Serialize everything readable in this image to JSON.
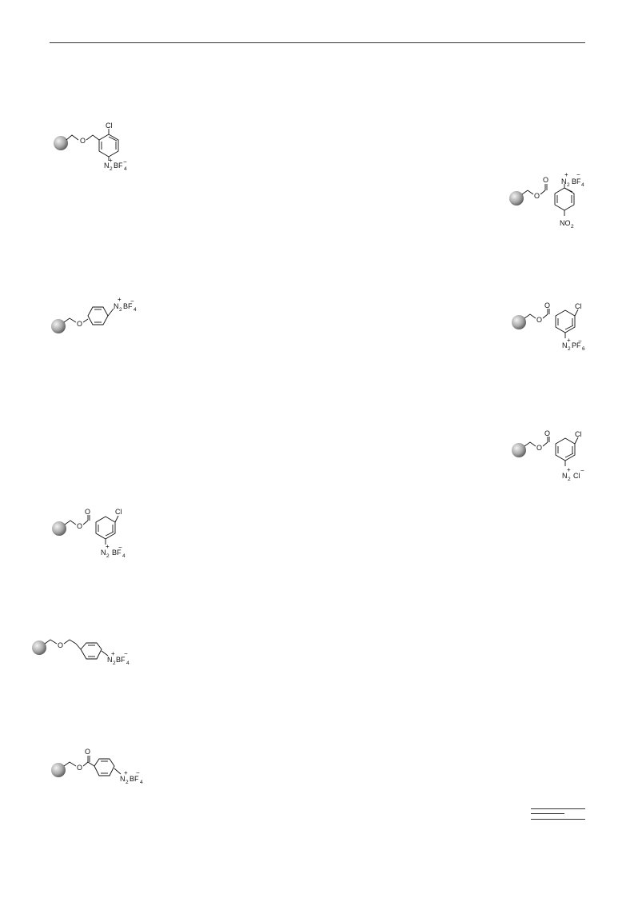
{
  "document": {
    "structures": [
      {
        "id": "s1",
        "labels": {
          "cl": "Cl",
          "o": "O",
          "n": "N",
          "n_sub": "2",
          "plus": "+",
          "counter": "BF",
          "counter_sub": "4",
          "minus": "−"
        }
      },
      {
        "id": "s2",
        "labels": {
          "o1": "O",
          "o2": "O",
          "n": "N",
          "n_sub": "2",
          "plus": "+",
          "counter": "BF",
          "counter_sub": "4",
          "minus": "−",
          "nitro": "NO",
          "nitro_sub": "2"
        }
      },
      {
        "id": "s3",
        "labels": {
          "o": "O",
          "n": "N",
          "n_sub": "2",
          "plus": "+",
          "counter": "BF",
          "counter_sub": "4",
          "minus": "−"
        }
      },
      {
        "id": "s4",
        "labels": {
          "o1": "O",
          "o2": "O",
          "cl": "Cl",
          "n": "N",
          "n_sub": "2",
          "plus": "+",
          "counter": "PF",
          "counter_sub": "6",
          "minus": "−"
        }
      },
      {
        "id": "s5",
        "labels": {
          "o1": "O",
          "o2": "O",
          "cl": "Cl",
          "n": "N",
          "n_sub": "2",
          "plus": "+",
          "counter": "Cl",
          "minus": "−"
        }
      },
      {
        "id": "s6",
        "labels": {
          "o1": "O",
          "o2": "O",
          "cl": "Cl",
          "n": "N",
          "n_sub": "2",
          "plus": "+",
          "counter": "BF",
          "counter_sub": "4",
          "minus": "−"
        }
      },
      {
        "id": "s7",
        "labels": {
          "o": "O",
          "n": "N",
          "n_sub": "2",
          "plus": "+",
          "counter": "BF",
          "counter_sub": "4",
          "minus": "−"
        }
      },
      {
        "id": "s8",
        "labels": {
          "o1": "O",
          "o2": "O",
          "n": "N",
          "n_sub": "2",
          "plus": "+",
          "counter": "BF",
          "counter_sub": "4",
          "minus": "−"
        }
      }
    ]
  },
  "colors": {
    "rule": "#333333",
    "bead_light": "#eeeeee",
    "bead_dark": "#6a6a6a"
  }
}
